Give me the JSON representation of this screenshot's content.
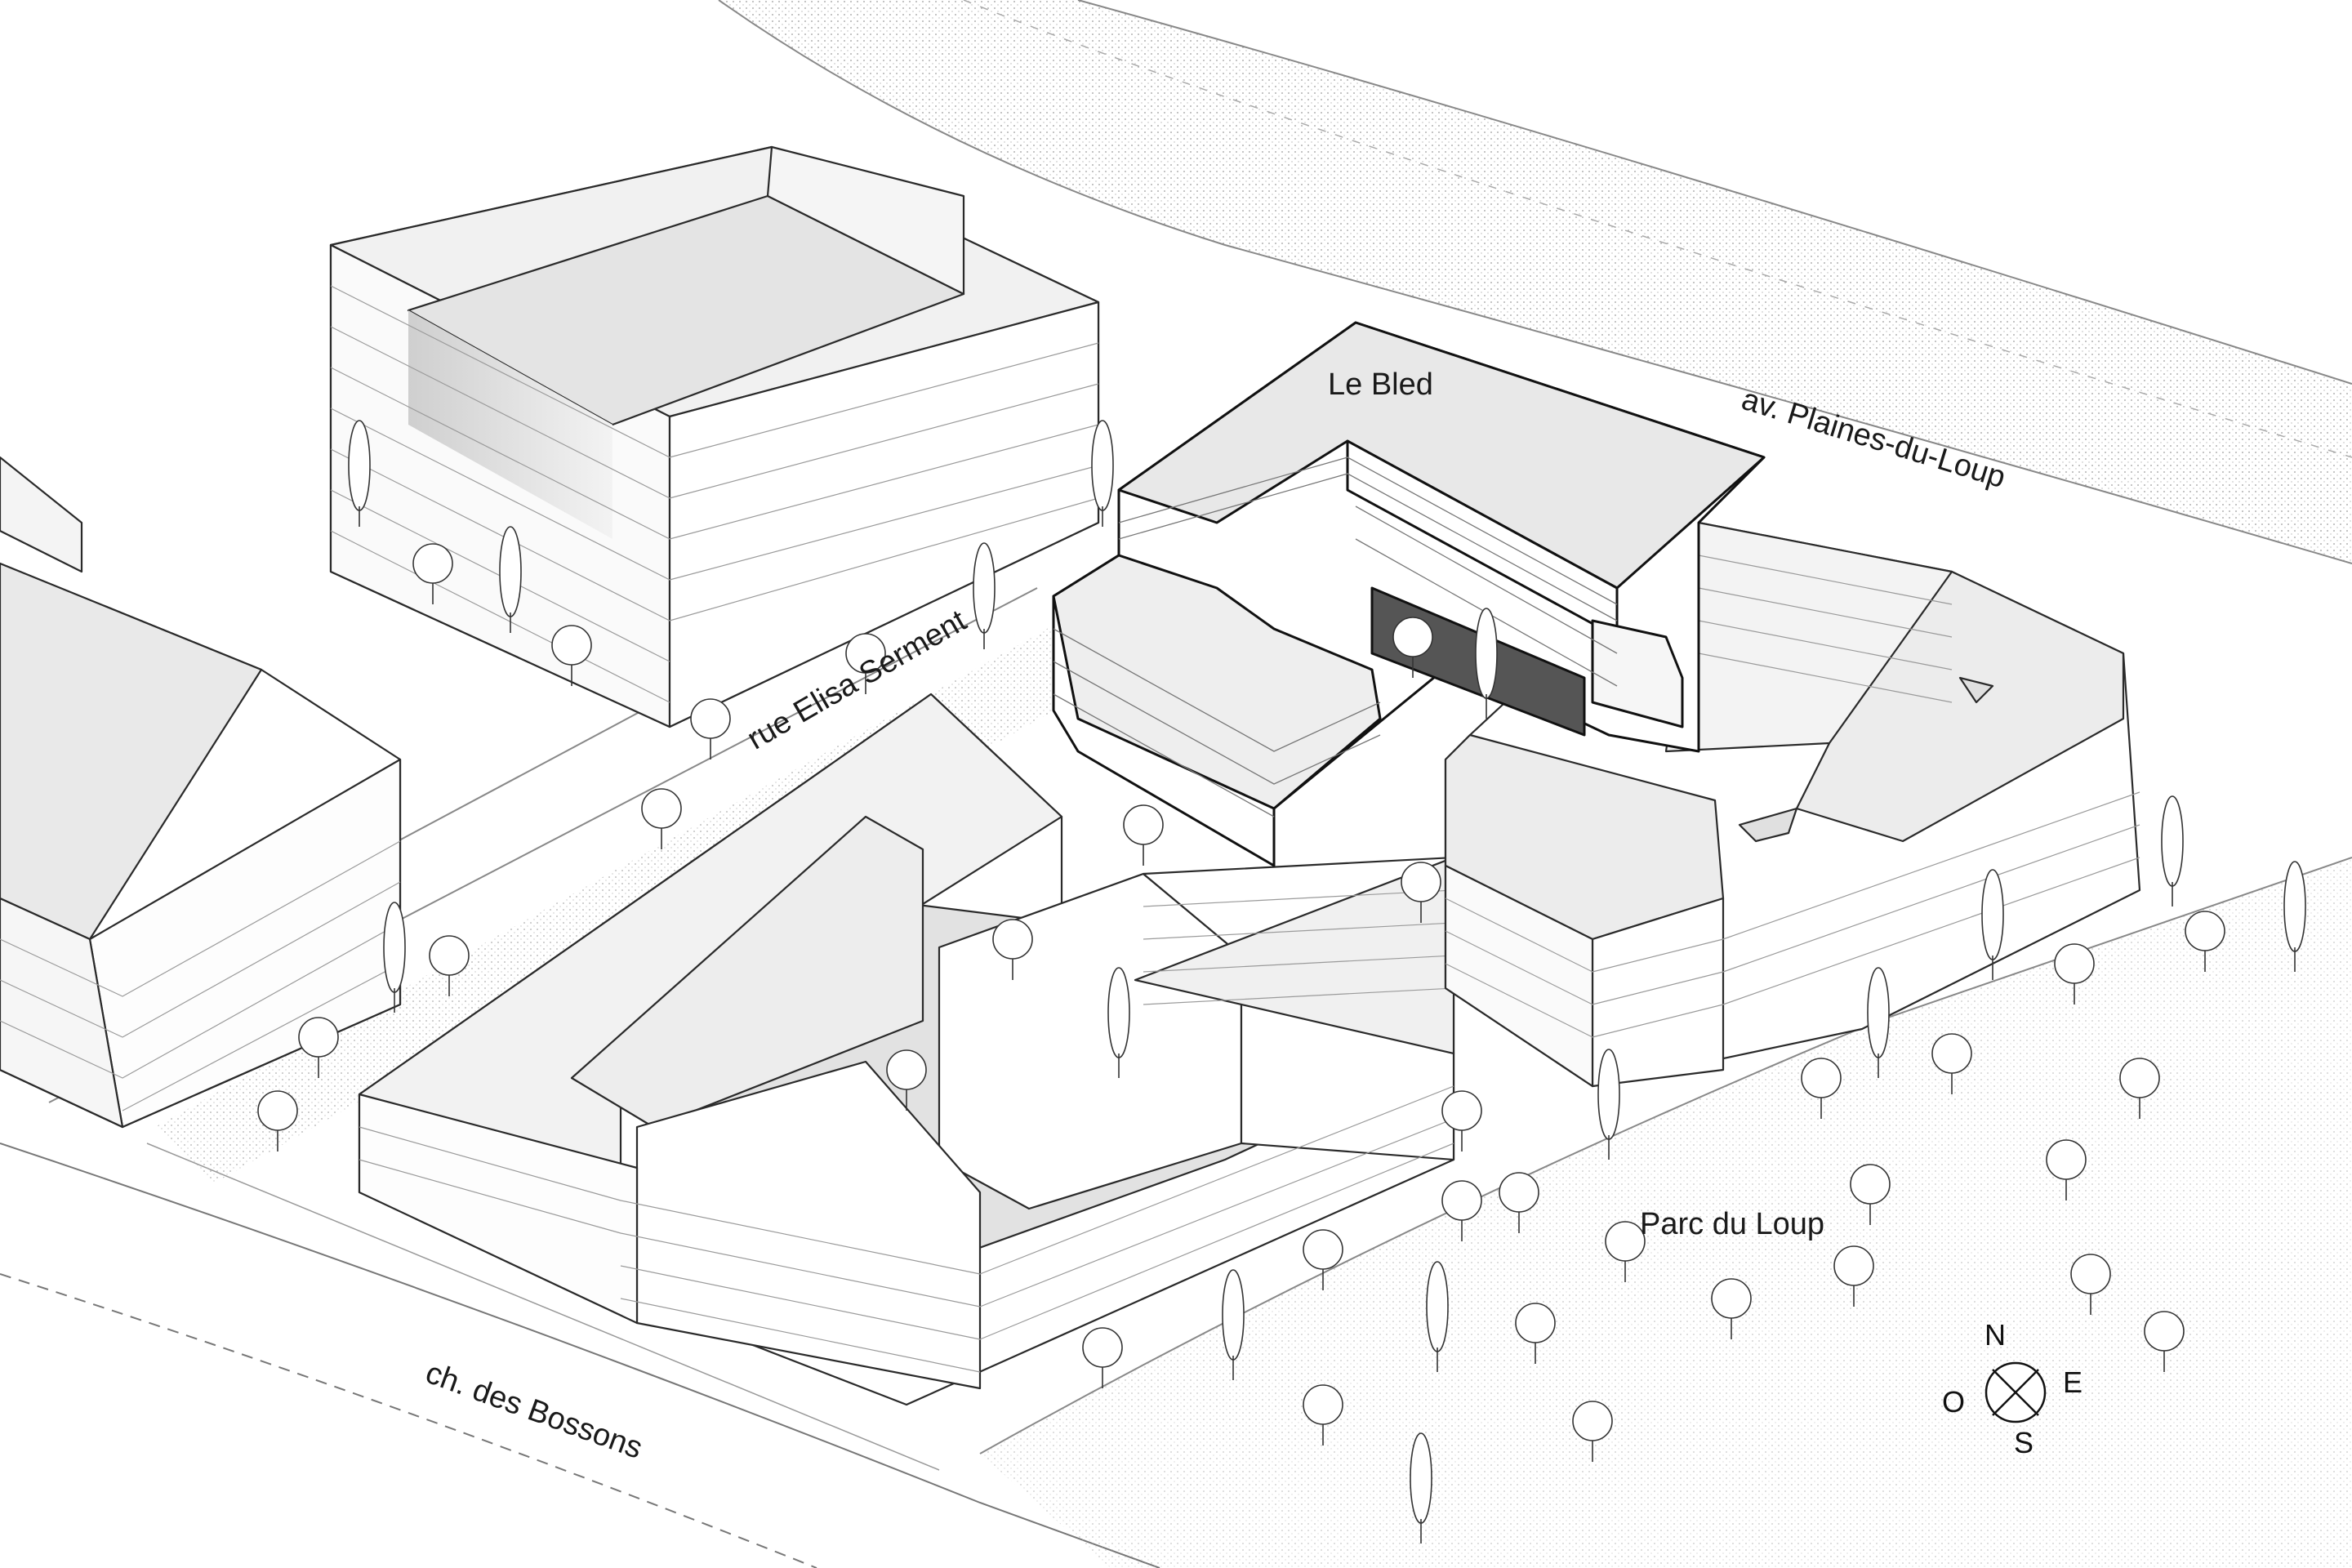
{
  "labels": {
    "le_bled": "Le Bled",
    "av_plaines": "av. Plaines-du-Loup",
    "rue_elisa": "rue Elisa Serment",
    "ch_bossons": "ch. des Bossons",
    "parc_loup": "Parc du Loup"
  },
  "compass": {
    "n": "N",
    "e": "E",
    "s": "S",
    "w": "O"
  },
  "colors": {
    "line": "#2a2a2a",
    "roof": "#ececec",
    "wall": "#ffffff",
    "shade": "#d8d8d8",
    "highlight_roof": "#e6e6e6"
  }
}
